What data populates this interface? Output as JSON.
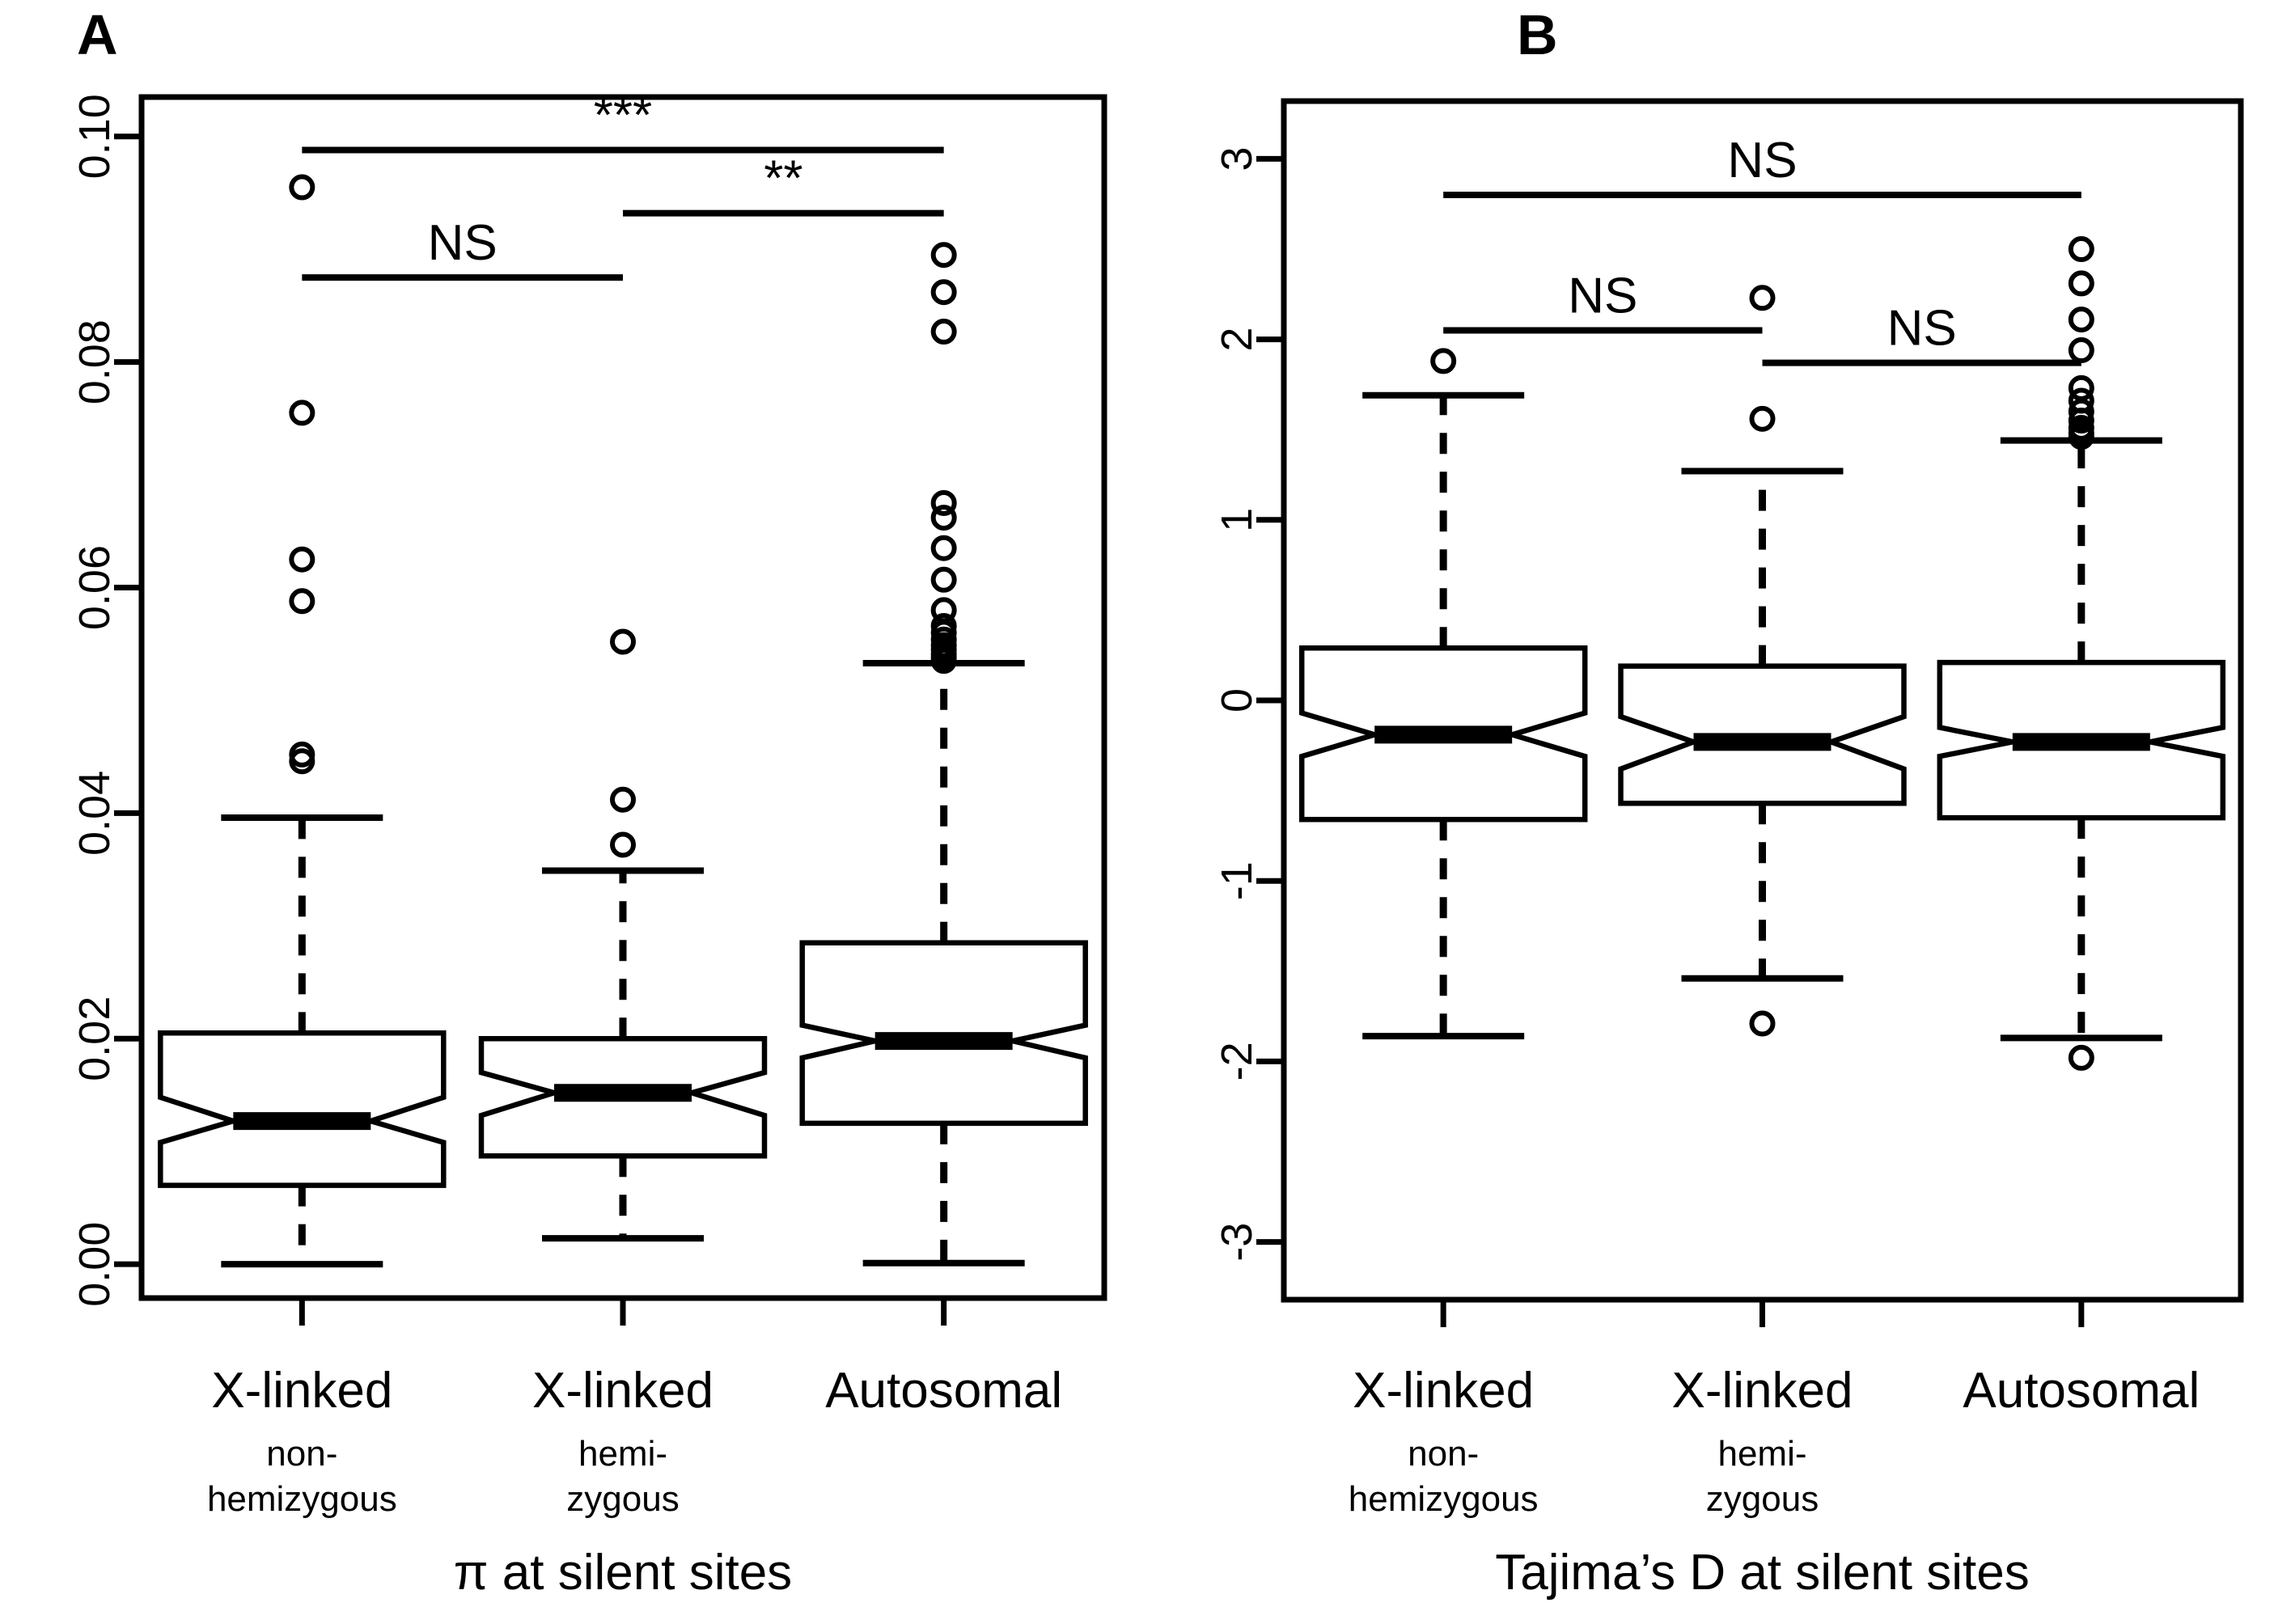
{
  "figure": {
    "background": "#ffffff",
    "foreground": "#000000",
    "panels": [
      "A",
      "B"
    ]
  },
  "panel_a": {
    "letter": "A",
    "axis_title": "π at silent sites",
    "y_ticks": [
      "0.00",
      "0.02",
      "0.04",
      "0.06",
      "0.08",
      "0.10"
    ],
    "groups": [
      {
        "label": "X-linked",
        "sub1": "non-",
        "sub2": "hemizygous"
      },
      {
        "label": "X-linked",
        "sub1": "hemi-",
        "sub2": "zygous"
      },
      {
        "label": "Autosomal",
        "sub1": "",
        "sub2": ""
      }
    ],
    "significance": [
      {
        "text": "NS",
        "from": 0,
        "to": 1,
        "y": 0.0875
      },
      {
        "text": "**",
        "from": 1,
        "to": 2,
        "y": 0.0932
      },
      {
        "text": "***",
        "from": 0,
        "to": 2,
        "y": 0.0988
      }
    ]
  },
  "panel_b": {
    "letter": "B",
    "axis_title": "Tajima’s D at silent sites",
    "y_ticks": [
      "-3",
      "-2",
      "-1",
      "0",
      "1",
      "2",
      "3"
    ],
    "groups": [
      {
        "label": "X-linked",
        "sub1": "non-",
        "sub2": "hemizygous"
      },
      {
        "label": "X-linked",
        "sub1": "hemi-",
        "sub2": "zygous"
      },
      {
        "label": "Autosomal",
        "sub1": "",
        "sub2": ""
      }
    ],
    "significance": [
      {
        "text": "NS",
        "from": 0,
        "to": 1,
        "y": 2.05
      },
      {
        "text": "NS",
        "from": 1,
        "to": 2,
        "y": 1.87
      },
      {
        "text": "NS",
        "from": 0,
        "to": 2,
        "y": 2.8
      }
    ]
  },
  "chart_data": [
    {
      "type": "boxplot",
      "panel": "A",
      "title": "A",
      "xlabel": "π at silent sites",
      "ylabel": "",
      "ylim": [
        -0.003,
        0.1035
      ],
      "ytick_values": [
        0.0,
        0.02,
        0.04,
        0.06,
        0.08,
        0.1
      ],
      "ytick_labels": [
        "0.00",
        "0.02",
        "0.04",
        "0.06",
        "0.08",
        "0.10"
      ],
      "grid": false,
      "notched": true,
      "categories": [
        "X-linked non-hemizygous",
        "X-linked hemi-zygous",
        "Autosomal"
      ],
      "boxes": [
        {
          "name": "X-linked non-hemizygous",
          "q1": 0.007,
          "median": 0.0127,
          "q3": 0.0205,
          "notch_lo": 0.0108,
          "notch_hi": 0.0148,
          "whisker_lo": 0.0,
          "whisker_hi": 0.0396,
          "outliers": [
            0.0955,
            0.0755,
            0.0625,
            0.0588,
            0.0452,
            0.0446
          ]
        },
        {
          "name": "X-linked hemi-zygous",
          "q1": 0.0096,
          "median": 0.0152,
          "q3": 0.02,
          "notch_lo": 0.0132,
          "notch_hi": 0.017,
          "whisker_lo": 0.0023,
          "whisker_hi": 0.0349,
          "outliers": [
            0.0552,
            0.0412,
            0.0372
          ]
        },
        {
          "name": "Autosomal",
          "q1": 0.0125,
          "median": 0.0198,
          "q3": 0.0285,
          "notch_lo": 0.0183,
          "notch_hi": 0.0212,
          "whisker_lo": 0.0001,
          "whisker_hi": 0.0533,
          "outliers": [
            0.0895,
            0.0862,
            0.0827,
            0.0675,
            0.0662,
            0.0635,
            0.0607,
            0.058,
            0.0566,
            0.056,
            0.0554,
            0.0549,
            0.0545,
            0.0541,
            0.0538,
            0.0535
          ]
        }
      ],
      "annotations": [
        {
          "text": "NS",
          "between": [
            0,
            1
          ],
          "y": 0.0875
        },
        {
          "text": "**",
          "between": [
            1,
            2
          ],
          "y": 0.0932
        },
        {
          "text": "***",
          "between": [
            0,
            2
          ],
          "y": 0.0988
        }
      ]
    },
    {
      "type": "boxplot",
      "panel": "B",
      "title": "B",
      "xlabel": "Tajima’s D at silent sites",
      "ylabel": "",
      "ylim": [
        -3.32,
        3.32
      ],
      "ytick_values": [
        -3,
        -2,
        -1,
        0,
        1,
        2,
        3
      ],
      "ytick_labels": [
        "-3",
        "-2",
        "-1",
        "0",
        "1",
        "2",
        "3"
      ],
      "grid": false,
      "notched": true,
      "categories": [
        "X-linked non-hemizygous",
        "X-linked hemi-zygous",
        "Autosomal"
      ],
      "boxes": [
        {
          "name": "X-linked non-hemizygous",
          "q1": -0.66,
          "median": -0.19,
          "q3": 0.29,
          "notch_lo": -0.31,
          "notch_hi": -0.07,
          "whisker_lo": -1.86,
          "whisker_hi": 1.69,
          "outliers": [
            1.88
          ]
        },
        {
          "name": "X-linked hemi-zygous",
          "q1": -0.57,
          "median": -0.23,
          "q3": 0.19,
          "notch_lo": -0.38,
          "notch_hi": -0.09,
          "whisker_lo": -1.54,
          "whisker_hi": 1.27,
          "outliers": [
            2.23,
            1.56,
            -1.79
          ]
        },
        {
          "name": "Autosomal",
          "q1": -0.65,
          "median": -0.23,
          "q3": 0.21,
          "notch_lo": -0.31,
          "notch_hi": -0.15,
          "whisker_lo": -1.87,
          "whisker_hi": 1.44,
          "outliers": [
            2.5,
            2.31,
            2.11,
            1.94,
            1.73,
            1.66,
            1.6,
            1.55,
            1.51,
            1.48,
            1.46,
            -1.98
          ]
        }
      ],
      "annotations": [
        {
          "text": "NS",
          "between": [
            0,
            1
          ],
          "y": 2.05
        },
        {
          "text": "NS",
          "between": [
            1,
            2
          ],
          "y": 1.87
        },
        {
          "text": "NS",
          "between": [
            0,
            2
          ],
          "y": 2.8
        }
      ]
    }
  ]
}
